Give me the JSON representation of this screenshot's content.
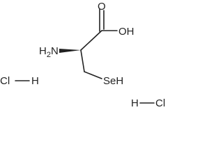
{
  "molecule": {
    "atoms": {
      "carbonyl_oxygen": "O",
      "hydroxyl": "OH",
      "amine_symbol": "H",
      "amine_subscript": "2",
      "amine_suffix": "N",
      "selenol": "SeH"
    },
    "salts": [
      {
        "left": "Cl",
        "right": "H"
      },
      {
        "left": "H",
        "right": "Cl"
      }
    ]
  }
}
